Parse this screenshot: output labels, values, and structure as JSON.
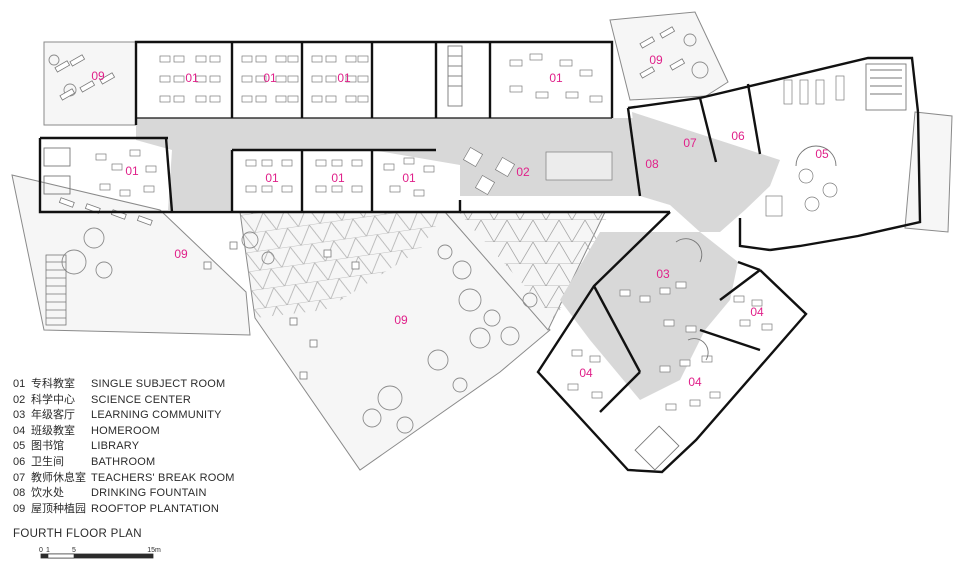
{
  "colors": {
    "label": "#e0218a",
    "wall": "#111111",
    "corridor": "#d8d8d8",
    "roof": "#f4f4f4",
    "line": "#9a9a9a",
    "text": "#2b2b2b"
  },
  "room_labels": {
    "r01a": "01",
    "r01b": "01",
    "r01c": "01",
    "r01d": "01",
    "r01e": "01",
    "r01f": "01",
    "r01g": "01",
    "r01h": "01",
    "r02": "02",
    "r03": "03",
    "r04a": "04",
    "r04b": "04",
    "r04c": "04",
    "r05": "05",
    "r06": "06",
    "r07": "07",
    "r08": "08",
    "r09a": "09",
    "r09b": "09",
    "r09c": "09",
    "r09d": "09"
  },
  "legend": [
    {
      "num": "01",
      "zh": "专科教室",
      "en": "SINGLE SUBJECT ROOM"
    },
    {
      "num": "02",
      "zh": "科学中心",
      "en": "SCIENCE CENTER"
    },
    {
      "num": "03",
      "zh": "年级客厅",
      "en": "LEARNING COMMUNITY"
    },
    {
      "num": "04",
      "zh": "班级教室",
      "en": "HOMEROOM"
    },
    {
      "num": "05",
      "zh": "图书馆",
      "en": "LIBRARY"
    },
    {
      "num": "06",
      "zh": "卫生间",
      "en": "BATHROOM"
    },
    {
      "num": "07",
      "zh": "教师休息室",
      "en": "TEACHERS' BREAK ROOM"
    },
    {
      "num": "08",
      "zh": "饮水处",
      "en": "DRINKING FOUNTAIN"
    },
    {
      "num": "09",
      "zh": "屋顶种植园",
      "en": "ROOFTOP PLANTATION"
    }
  ],
  "plan_title": "FOURTH FLOOR PLAN",
  "scale": {
    "t0": "0",
    "t1": "1",
    "t5": "5",
    "t15": "15m"
  }
}
